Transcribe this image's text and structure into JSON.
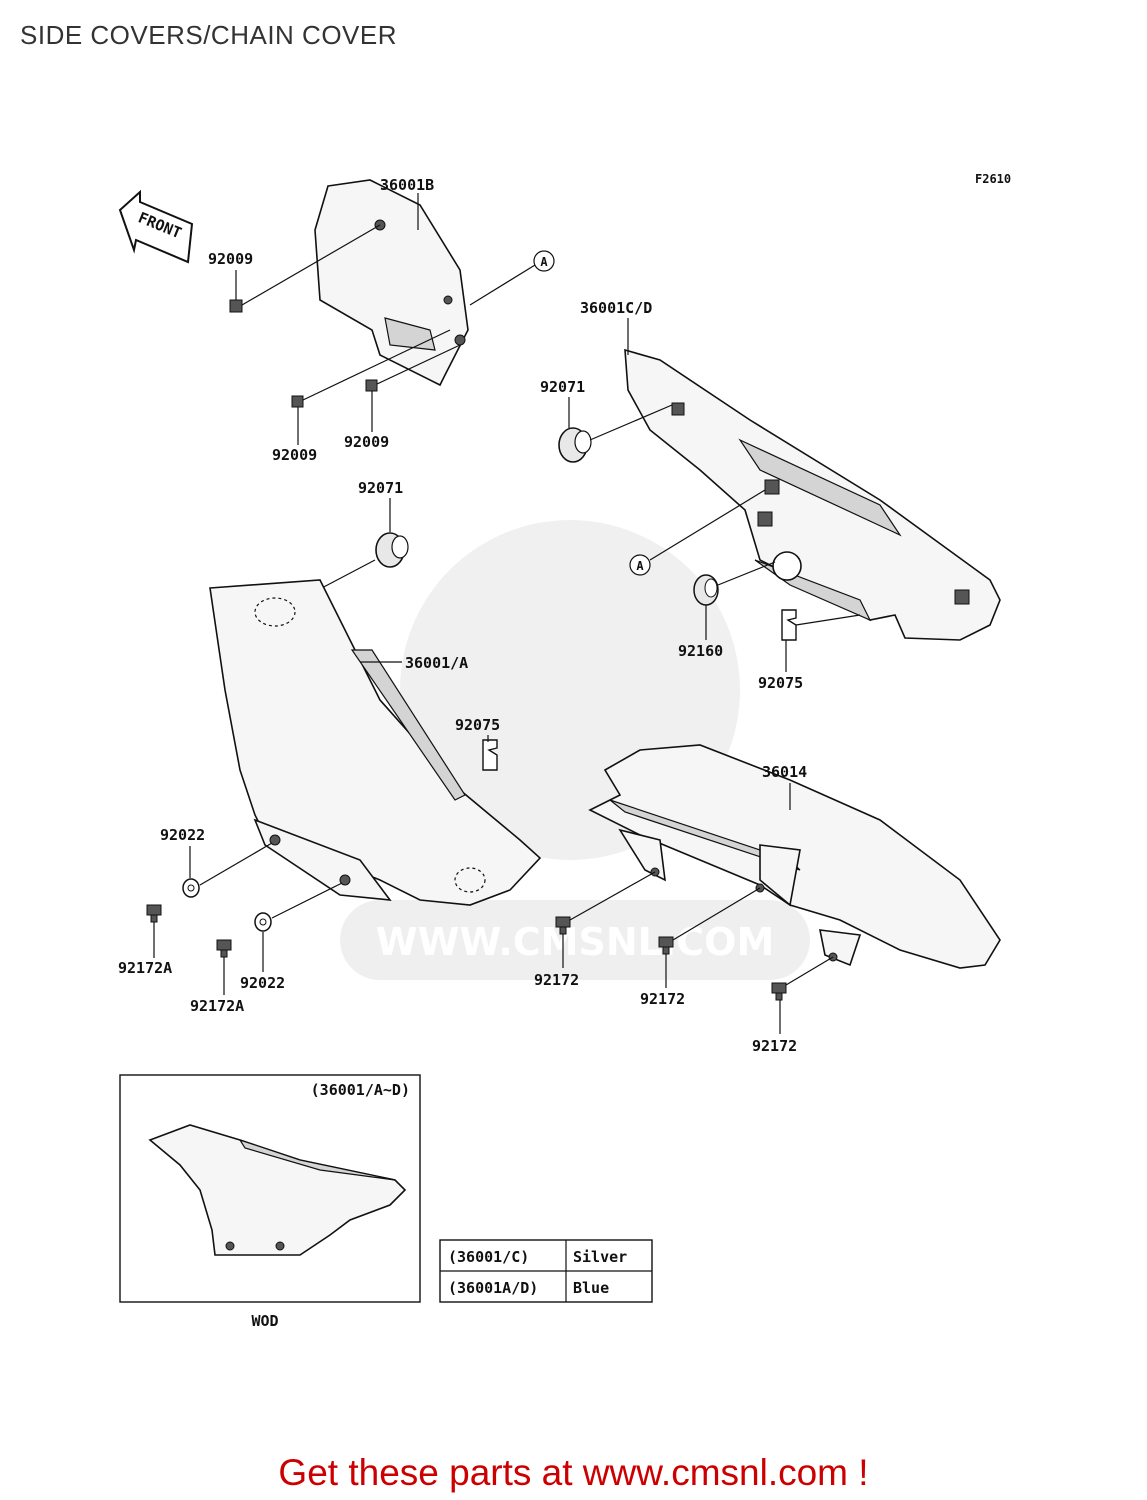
{
  "title": "SIDE COVERS/CHAIN COVER",
  "figure_code": "F2610",
  "front_label": "FRONT",
  "watermark": "WWW.CMSNL.COM",
  "callouts": {
    "p36001B": "36001B",
    "p92009_a": "92009",
    "p92009_b": "92009",
    "p92009_c": "92009",
    "p36001CD": "36001C/D",
    "p92071_a": "92071",
    "p92071_b": "92071",
    "p36001A": "36001/A",
    "p92160": "92160",
    "p92075_a": "92075",
    "p92075_b": "92075",
    "p36014": "36014",
    "p92022_a": "92022",
    "p92022_b": "92022",
    "p92172A_a": "92172A",
    "p92172A_b": "92172A",
    "p92172_a": "92172",
    "p92172_b": "92172",
    "p92172_c": "92172",
    "ref_a1": "A",
    "ref_a2": "A"
  },
  "inset": {
    "title": "(36001/A~D)",
    "caption": "WOD"
  },
  "color_table": [
    {
      "part": "(36001/C)",
      "color": "Silver"
    },
    {
      "part": "(36001A/D)",
      "color": "Blue"
    }
  ],
  "footer": "Get these parts at www.cmsnl.com !"
}
